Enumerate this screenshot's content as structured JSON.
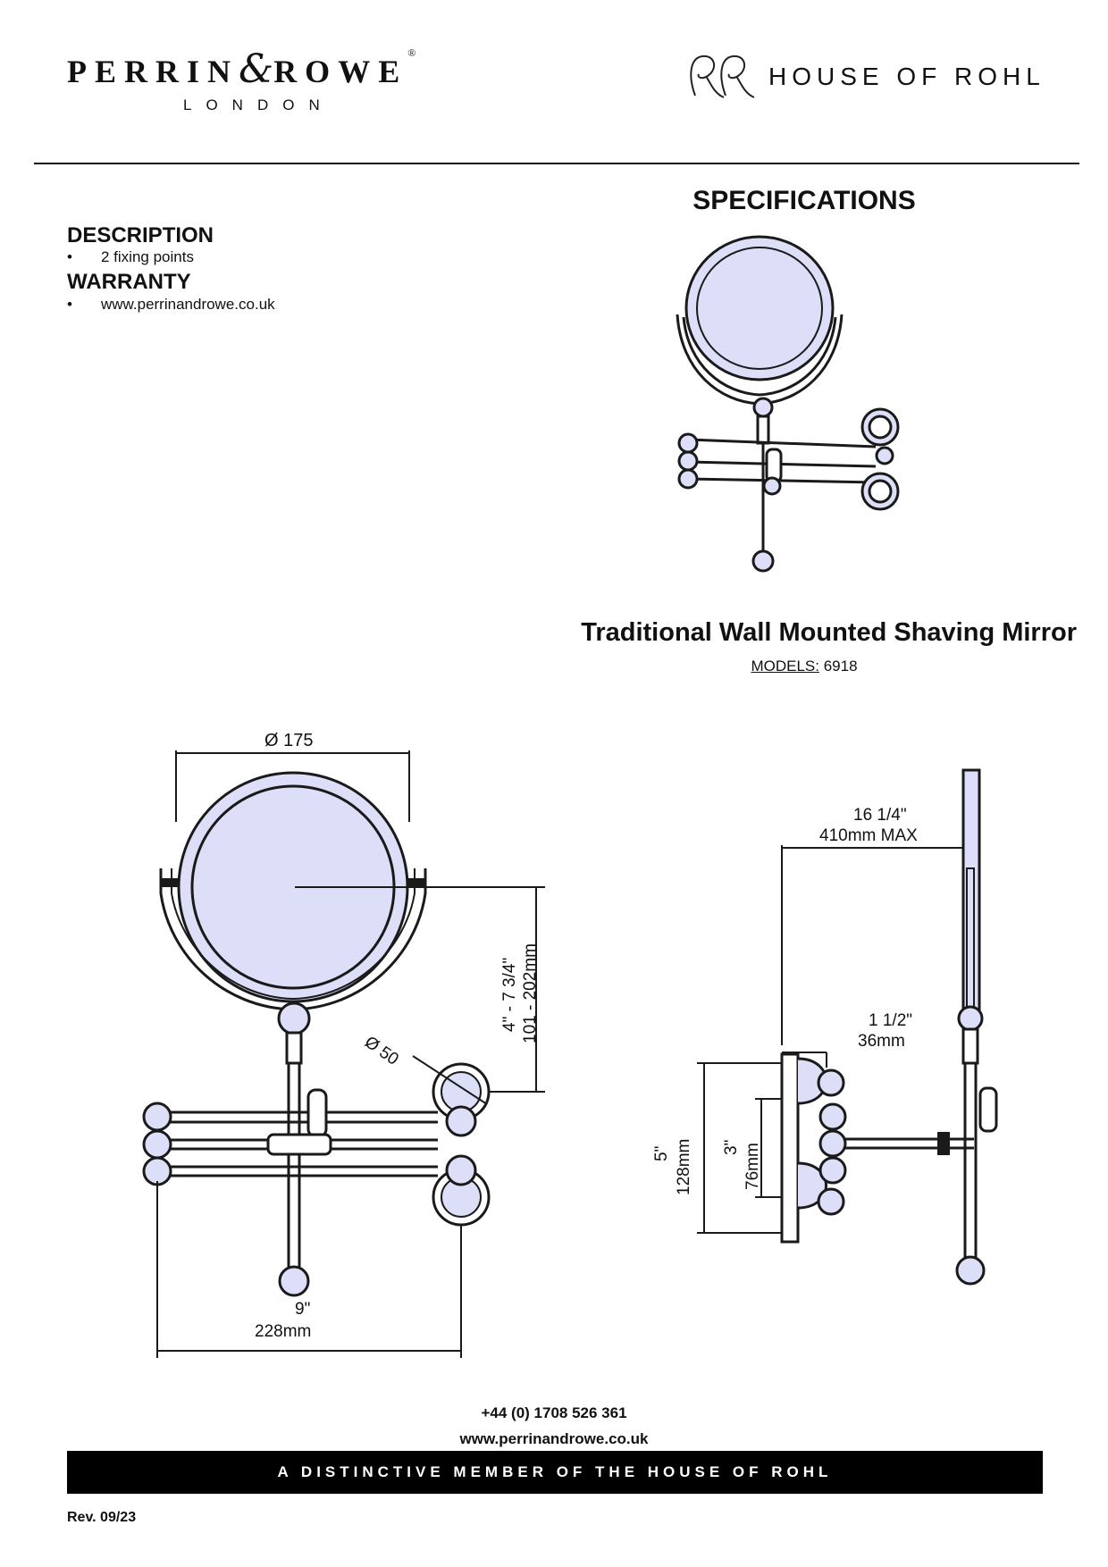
{
  "header": {
    "brand_left": "PERRIN",
    "brand_amp": "&",
    "brand_right": "ROWE",
    "brand_reg": "®",
    "brand_sub": "LONDON",
    "brand_rohl": "HOUSE OF ROHL"
  },
  "specifications_title": "SPECIFICATIONS",
  "description": {
    "heading": "DESCRIPTION",
    "items": [
      "2 fixing points"
    ]
  },
  "warranty": {
    "heading": "WARRANTY",
    "items": [
      "www.perrinandrowe.co.uk"
    ]
  },
  "product": {
    "title": "Traditional Wall Mounted Shaving Mirror",
    "models_label": "MODELS:",
    "models_value": "6918"
  },
  "dimensions": {
    "mirror_diameter": "Ø 175",
    "height_range_in": "4\" - 7 3/4\"",
    "height_range_mm": "101 - 202mm",
    "backplate_diameter": "Ø 50",
    "width_in": "9\"",
    "width_mm": "228mm",
    "extension_in": "16 1/4\"",
    "extension_mm": "410mm MAX",
    "projection_in": "1 1/2\"",
    "projection_mm": "36mm",
    "overall_height_in": "5\"",
    "overall_height_mm": "128mm",
    "fixing_centres_in": "3\"",
    "fixing_centres_mm": "76mm"
  },
  "footer": {
    "phone": "+44 (0) 1708 526 361",
    "website": "www.perrinandrowe.co.uk",
    "banner": "A DISTINCTIVE MEMBER OF THE HOUSE OF ROHL",
    "revision": "Rev. 09/23"
  },
  "colors": {
    "mirror_glass": "#dcdff7",
    "line": "#1a1a1a",
    "banner": "#000000"
  }
}
